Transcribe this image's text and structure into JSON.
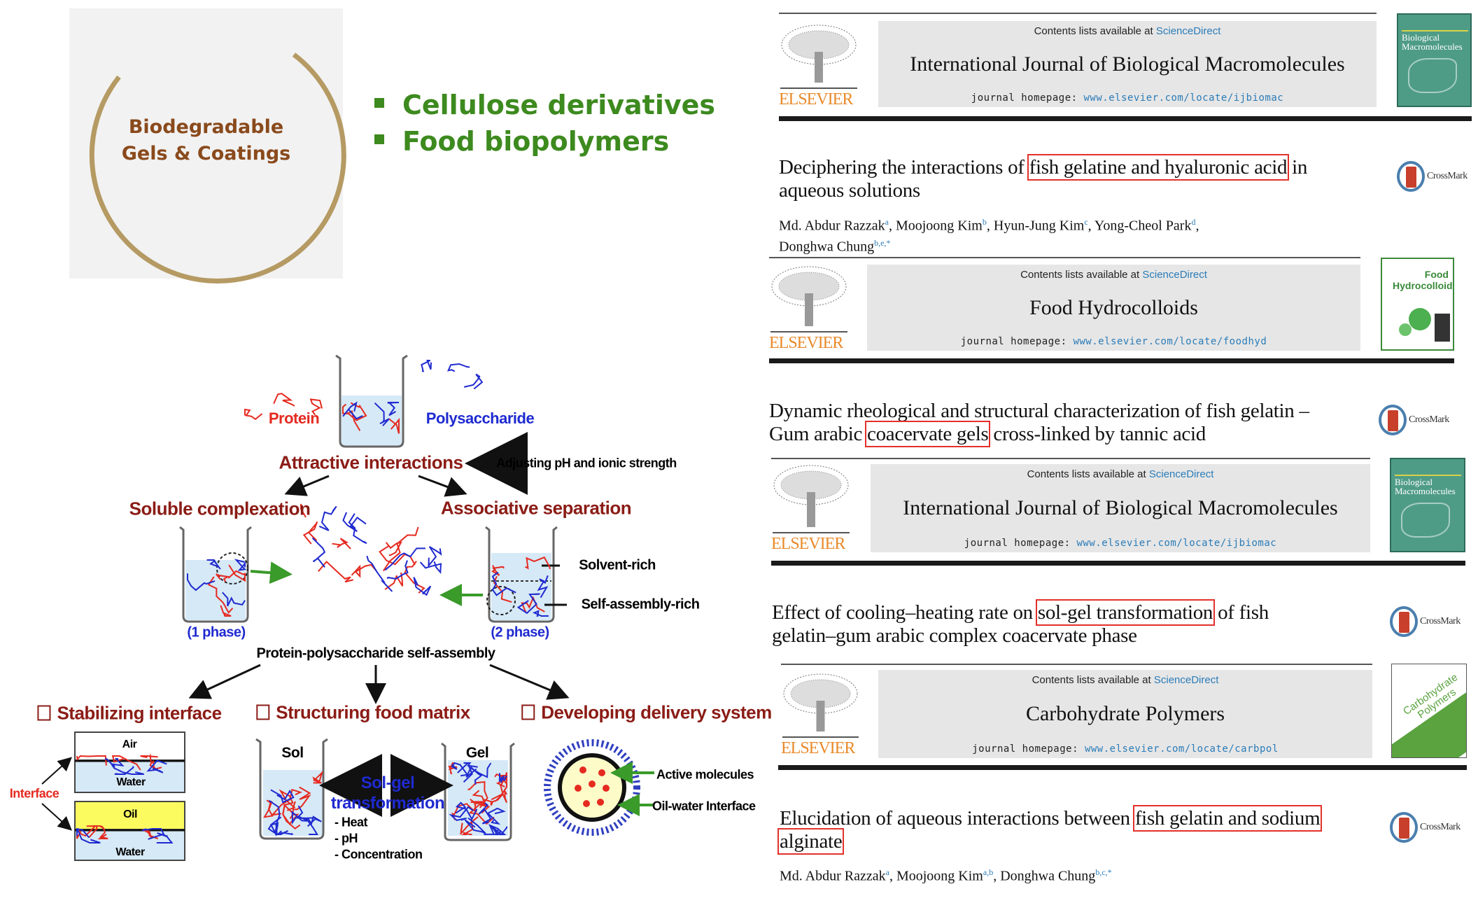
{
  "intro": {
    "circle_lines": [
      "Biodegradable",
      "Gels & Coatings"
    ],
    "bullets": [
      "Cellulose derivatives",
      "Food biopolymers"
    ]
  },
  "diagram": {
    "protein": "Protein",
    "polysaccharide": "Polysaccharide",
    "attractive": "Attractive interactions",
    "adjusting": "Adjusting pH and ionic strength",
    "soluble": "Soluble complexation",
    "associative": "Associative separation",
    "solvent_rich": "Solvent-rich",
    "self_assembly_rich": "Self-assembly-rich",
    "one_phase": "(1 phase)",
    "two_phase": "(2 phase)",
    "self_assembly": "Protein-polysaccharide self-assembly",
    "stabilizing": "Stabilizing interface",
    "structuring": "Structuring food matrix",
    "delivery": "Developing delivery system",
    "air": "Air",
    "water": "Water",
    "oil": "Oil",
    "interface": "Interface",
    "sol": "Sol",
    "gel": "Gel",
    "solgel_1": "Sol-gel",
    "solgel_2": "transformation",
    "factors": [
      "- Heat",
      "- pH",
      "- Concentration"
    ],
    "active_molecules": "Active molecules",
    "oil_water_interface": "Oil-water Interface"
  },
  "papers": [
    {
      "header": {
        "contents": "Contents lists available at ",
        "sd": "ScienceDirect",
        "journal": "International Journal of Biological Macromolecules",
        "hp_label": "journal homepage: ",
        "hp_url": "www.elsevier.com/locate/ijbiomac",
        "publisher": "ELSEVIER",
        "cover": "Biological Macromolecules"
      },
      "title_lines": [
        [
          {
            "t": "Deciphering the interactions of "
          },
          {
            "t": "fish gelatine and hyaluronic acid",
            "hl": true
          },
          {
            "t": " in"
          }
        ],
        [
          {
            "t": "aqueous solutions"
          }
        ]
      ],
      "author_lines": [
        [
          {
            "n": "Md. Abdur Razzak",
            "s": "a"
          },
          {
            "n": ", Moojoong Kim",
            "s": "b"
          },
          {
            "n": ", Hyun-Jung Kim",
            "s": "c"
          },
          {
            "n": ", Yong-Cheol Park",
            "s": "d"
          },
          {
            "n": ",",
            "s": ""
          }
        ],
        [
          {
            "n": "Donghwa Chung",
            "s": "b,e,*"
          }
        ]
      ],
      "crossmark": "CrossMark"
    },
    {
      "header": {
        "contents": "Contents lists available at ",
        "sd": "ScienceDirect",
        "journal": "Food Hydrocolloids",
        "hp_label": "journal homepage: ",
        "hp_url": "www.elsevier.com/locate/foodhyd",
        "publisher": "ELSEVIER",
        "cover": "Food Hydrocolloids"
      },
      "title_lines": [
        [
          {
            "t": "Dynamic rheological and structural characterization of fish gelatin –"
          }
        ],
        [
          {
            "t": "Gum arabic "
          },
          {
            "t": "coacervate gels",
            "hl": true
          },
          {
            "t": " cross-linked by tannic acid"
          }
        ]
      ],
      "author_lines": [],
      "crossmark": "CrossMark"
    },
    {
      "header": {
        "contents": "Contents lists available at ",
        "sd": "ScienceDirect",
        "journal": "International Journal of Biological Macromolecules",
        "hp_label": "journal homepage: ",
        "hp_url": "www.elsevier.com/locate/ijbiomac",
        "publisher": "ELSEVIER",
        "cover": "Biological Macromolecules"
      },
      "title_lines": [
        [
          {
            "t": "Effect of cooling–heating rate on "
          },
          {
            "t": "sol-gel transformation",
            "hl": true
          },
          {
            "t": " of fish"
          }
        ],
        [
          {
            "t": "gelatin–gum arabic complex coacervate phase"
          }
        ]
      ],
      "author_lines": [],
      "crossmark": "CrossMark"
    },
    {
      "header": {
        "contents": "Contents lists available at ",
        "sd": "ScienceDirect",
        "journal": "Carbohydrate Polymers",
        "hp_label": "journal homepage: ",
        "hp_url": "www.elsevier.com/locate/carbpol",
        "publisher": "ELSEVIER",
        "cover": "Carbohydrate Polymers"
      },
      "title_lines": [
        [
          {
            "t": "Elucidation of aqueous interactions between "
          },
          {
            "t": "fish gelatin and sodium",
            "hl": true
          }
        ],
        [
          {
            "t": "alginate",
            "hl": true
          }
        ]
      ],
      "author_lines": [
        [
          {
            "n": "Md. Abdur Razzak",
            "s": "a"
          },
          {
            "n": ", Moojoong Kim",
            "s": "a,b"
          },
          {
            "n": ", Donghwa Chung",
            "s": "b,c,*"
          }
        ]
      ],
      "crossmark": "CrossMark"
    }
  ]
}
